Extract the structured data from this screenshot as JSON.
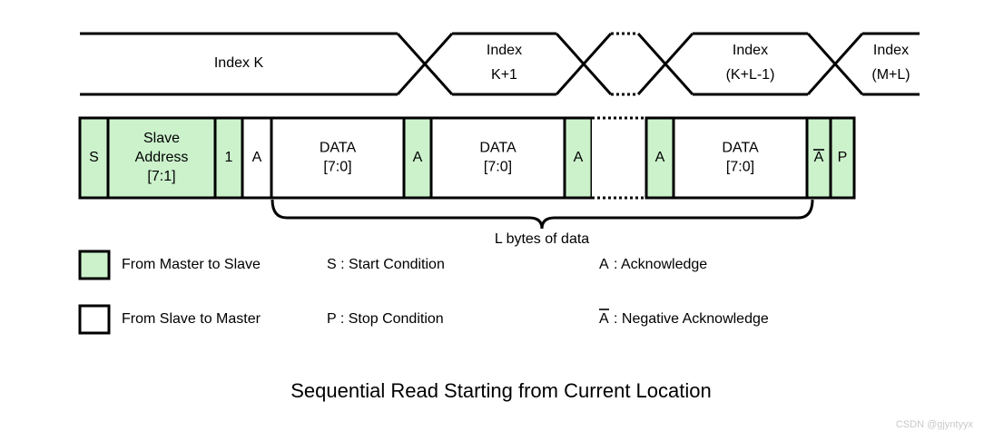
{
  "diagram": {
    "title": "Sequential Read Starting from Current Location",
    "watermark": "CSDN @gjyntyyx",
    "colors": {
      "master_to_slave_fill": "#CCF2CC",
      "slave_to_master_fill": "#FFFFFF",
      "stroke": "#000000",
      "watermark": "#C9C9C9"
    }
  },
  "index_bar": {
    "segments": [
      {
        "id": "index-k",
        "line1": "Index K",
        "line2": "",
        "style": "solid"
      },
      {
        "id": "index-k1",
        "line1": "Index",
        "line2": "K+1",
        "style": "solid"
      },
      {
        "id": "index-gap",
        "line1": "",
        "line2": "",
        "style": "dotted"
      },
      {
        "id": "index-kl1",
        "line1": "Index",
        "line2": "(K+L-1)",
        "style": "solid"
      },
      {
        "id": "index-ml",
        "line1": "Index",
        "line2": "(M+L)",
        "style": "solid"
      }
    ]
  },
  "frame_row": {
    "cells": [
      {
        "id": "start",
        "line1": "S",
        "line2": "",
        "line3": "",
        "fill": "master"
      },
      {
        "id": "slave-addr",
        "line1": "Slave",
        "line2": "Address",
        "line3": "[7:1]",
        "fill": "master"
      },
      {
        "id": "rw-bit",
        "line1": "1",
        "line2": "",
        "line3": "",
        "fill": "master"
      },
      {
        "id": "ack-1",
        "line1": "A",
        "line2": "",
        "line3": "",
        "fill": "slave"
      },
      {
        "id": "data-1",
        "line1": "DATA",
        "line2": "[7:0]",
        "line3": "",
        "fill": "slave"
      },
      {
        "id": "ack-2",
        "line1": "A",
        "line2": "",
        "line3": "",
        "fill": "master"
      },
      {
        "id": "data-2",
        "line1": "DATA",
        "line2": "[7:0]",
        "line3": "",
        "fill": "slave"
      },
      {
        "id": "ack-3",
        "line1": "A",
        "line2": "",
        "line3": "",
        "fill": "master"
      },
      {
        "id": "gap",
        "line1": "",
        "line2": "",
        "line3": "",
        "fill": "slave"
      },
      {
        "id": "ack-4",
        "line1": "A",
        "line2": "",
        "line3": "",
        "fill": "master"
      },
      {
        "id": "data-3",
        "line1": "DATA",
        "line2": "[7:0]",
        "line3": "",
        "fill": "slave"
      },
      {
        "id": "nack",
        "line1": "A",
        "line2": "",
        "line3": "",
        "fill": "master",
        "overline": true
      },
      {
        "id": "stop",
        "line1": "P",
        "line2": "",
        "line3": "",
        "fill": "master"
      }
    ]
  },
  "brace": {
    "label": "L bytes of data"
  },
  "legend": {
    "swatches": [
      {
        "id": "master-to-slave",
        "label": "From Master to Slave",
        "fill": "master"
      },
      {
        "id": "slave-to-master",
        "label": "From Slave to Master",
        "fill": "slave"
      }
    ],
    "column_two": [
      {
        "id": "start-condition",
        "label": "S : Start Condition"
      },
      {
        "id": "stop-condition",
        "label": "P : Stop Condition"
      }
    ],
    "column_three": [
      {
        "id": "acknowledge",
        "symbol": "A",
        "overline": false,
        "label": ": Acknowledge"
      },
      {
        "id": "negative-acknowledge",
        "symbol": "A",
        "overline": true,
        "label": ": Negative Acknowledge"
      }
    ]
  }
}
